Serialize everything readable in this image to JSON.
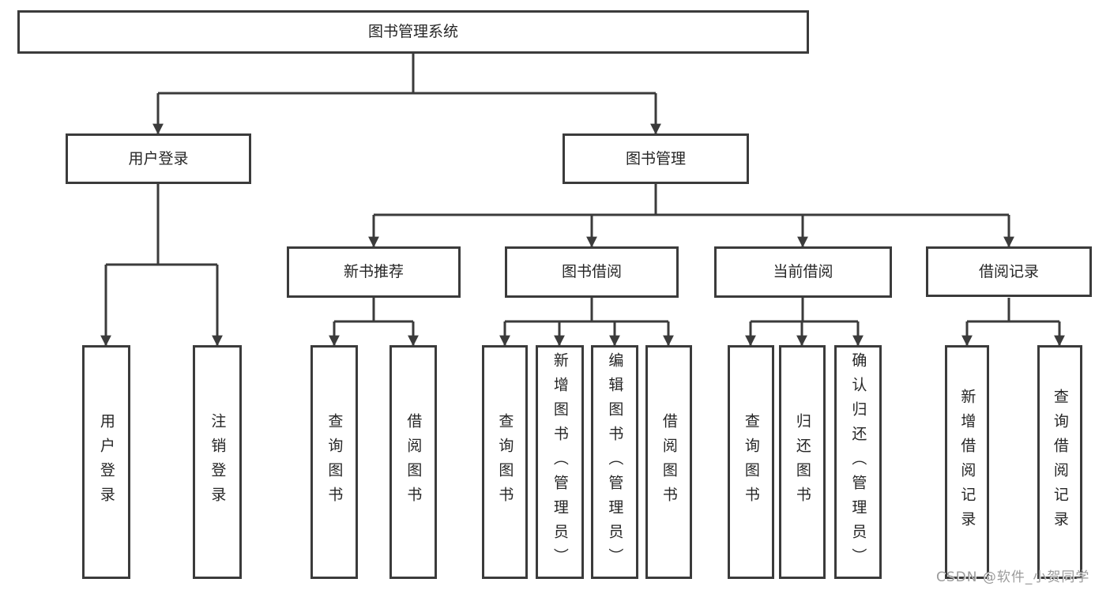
{
  "diagram_title": "图书管理系统",
  "nodes": {
    "root": "图书管理系统",
    "user_login": "用户登录",
    "book_mgmt": "图书管理",
    "new_books": "新书推荐",
    "book_borrow": "图书借阅",
    "current_borrow": "当前借阅",
    "borrow_records": "借阅记录",
    "leaf_user_login": "用户登录",
    "leaf_logout": "注销登录",
    "leaf_nb_query": "查询图书",
    "leaf_nb_borrow": "借阅图书",
    "leaf_bb_query": "查询图书",
    "leaf_bb_add": "新增图书（管理员）",
    "leaf_bb_edit": "编辑图书（管理员）",
    "leaf_bb_borrow": "借阅图书",
    "leaf_cb_query": "查询图书",
    "leaf_cb_return": "归还图书",
    "leaf_cb_confirm": "确认归还（管理员）",
    "leaf_br_add": "新增借阅记录",
    "leaf_br_query": "查询借阅记录"
  },
  "hierarchy": {
    "图书管理系统": {
      "用户登录": [
        "用户登录",
        "注销登录"
      ],
      "图书管理": {
        "新书推荐": [
          "查询图书",
          "借阅图书"
        ],
        "图书借阅": [
          "查询图书",
          "新增图书（管理员）",
          "编辑图书（管理员）",
          "借阅图书"
        ],
        "当前借阅": [
          "查询图书",
          "归还图书",
          "确认归还（管理员）"
        ],
        "借阅记录": [
          "新增借阅记录",
          "查询借阅记录"
        ]
      }
    }
  },
  "watermark": "CSDN @软件_小贺同学",
  "colors": {
    "background": "#ffffff",
    "line": "#3b3b3b",
    "box_border": "#3b3b3b",
    "text": "#262626",
    "watermark": "#9b9b9b"
  }
}
